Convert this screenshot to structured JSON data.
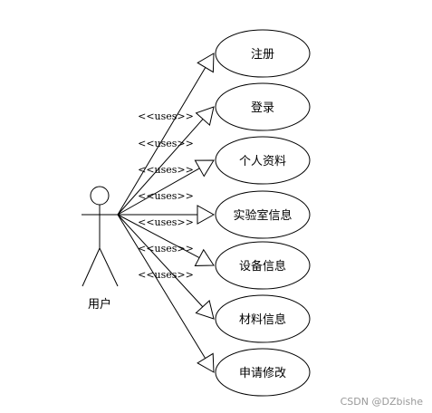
{
  "actor": {
    "label": "用户"
  },
  "use_cases": [
    {
      "label": "注册"
    },
    {
      "label": "登录"
    },
    {
      "label": "个人资料"
    },
    {
      "label": "实验室信息"
    },
    {
      "label": "设备信息"
    },
    {
      "label": "材料信息"
    },
    {
      "label": "申请修改"
    }
  ],
  "relation_label": "<<uses>>",
  "uses_labels": [
    "<<uses>>",
    "<<uses>>",
    "<<uses>>",
    "<<uses>>",
    "<<uses>>",
    "<<uses>>",
    "<<uses>>"
  ],
  "watermark": "CSDN @DZbishe",
  "colors": {
    "line": "#000000",
    "fill": "#ffffff",
    "watermark": "#999999"
  }
}
